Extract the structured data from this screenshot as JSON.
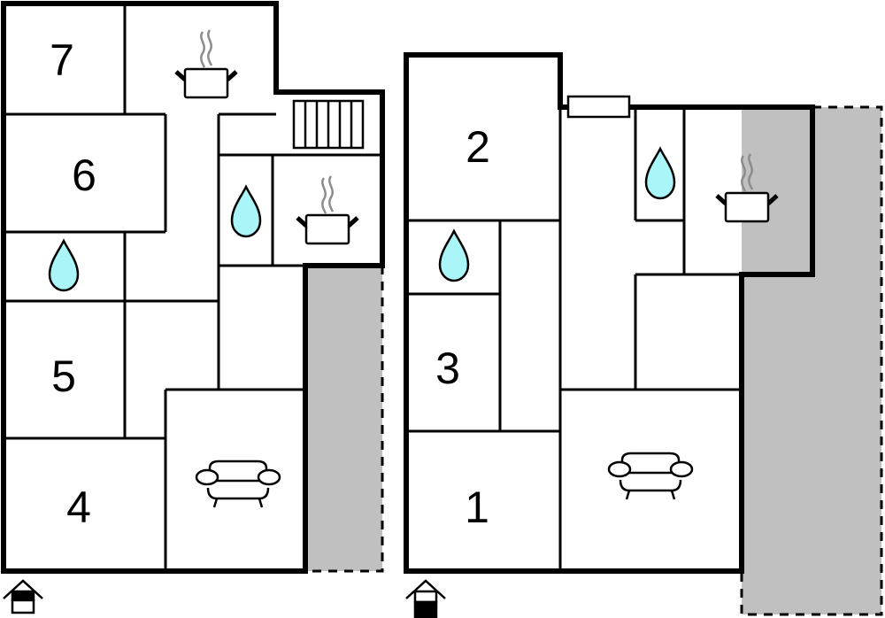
{
  "title": "Floor plan",
  "colors": {
    "wall": "#000000",
    "background": "#ffffff",
    "terrace": "#c0c0c0",
    "water": "#aaf5f8",
    "steam": "#8c8c8c"
  },
  "floors": [
    {
      "id": "upper",
      "level_icon": "floor-upper-icon",
      "rooms": [
        {
          "id": "room-7",
          "label": "7",
          "type": "bedroom"
        },
        {
          "id": "room-6",
          "label": "6",
          "type": "bedroom"
        },
        {
          "id": "room-5",
          "label": "5",
          "type": "bedroom"
        },
        {
          "id": "room-4",
          "label": "4",
          "type": "bedroom"
        }
      ],
      "icons": [
        "kitchen-icon",
        "kitchen-icon",
        "bathroom-icon",
        "bathroom-icon",
        "living-room-icon",
        "stairs-icon"
      ],
      "terrace": true
    },
    {
      "id": "ground",
      "level_icon": "floor-ground-icon",
      "rooms": [
        {
          "id": "room-2",
          "label": "2",
          "type": "bedroom"
        },
        {
          "id": "room-3",
          "label": "3",
          "type": "bedroom"
        },
        {
          "id": "room-1",
          "label": "1",
          "type": "bedroom"
        }
      ],
      "icons": [
        "bathroom-icon",
        "bathroom-icon",
        "kitchen-icon",
        "living-room-icon",
        "window-icon"
      ],
      "terrace": true
    }
  ]
}
